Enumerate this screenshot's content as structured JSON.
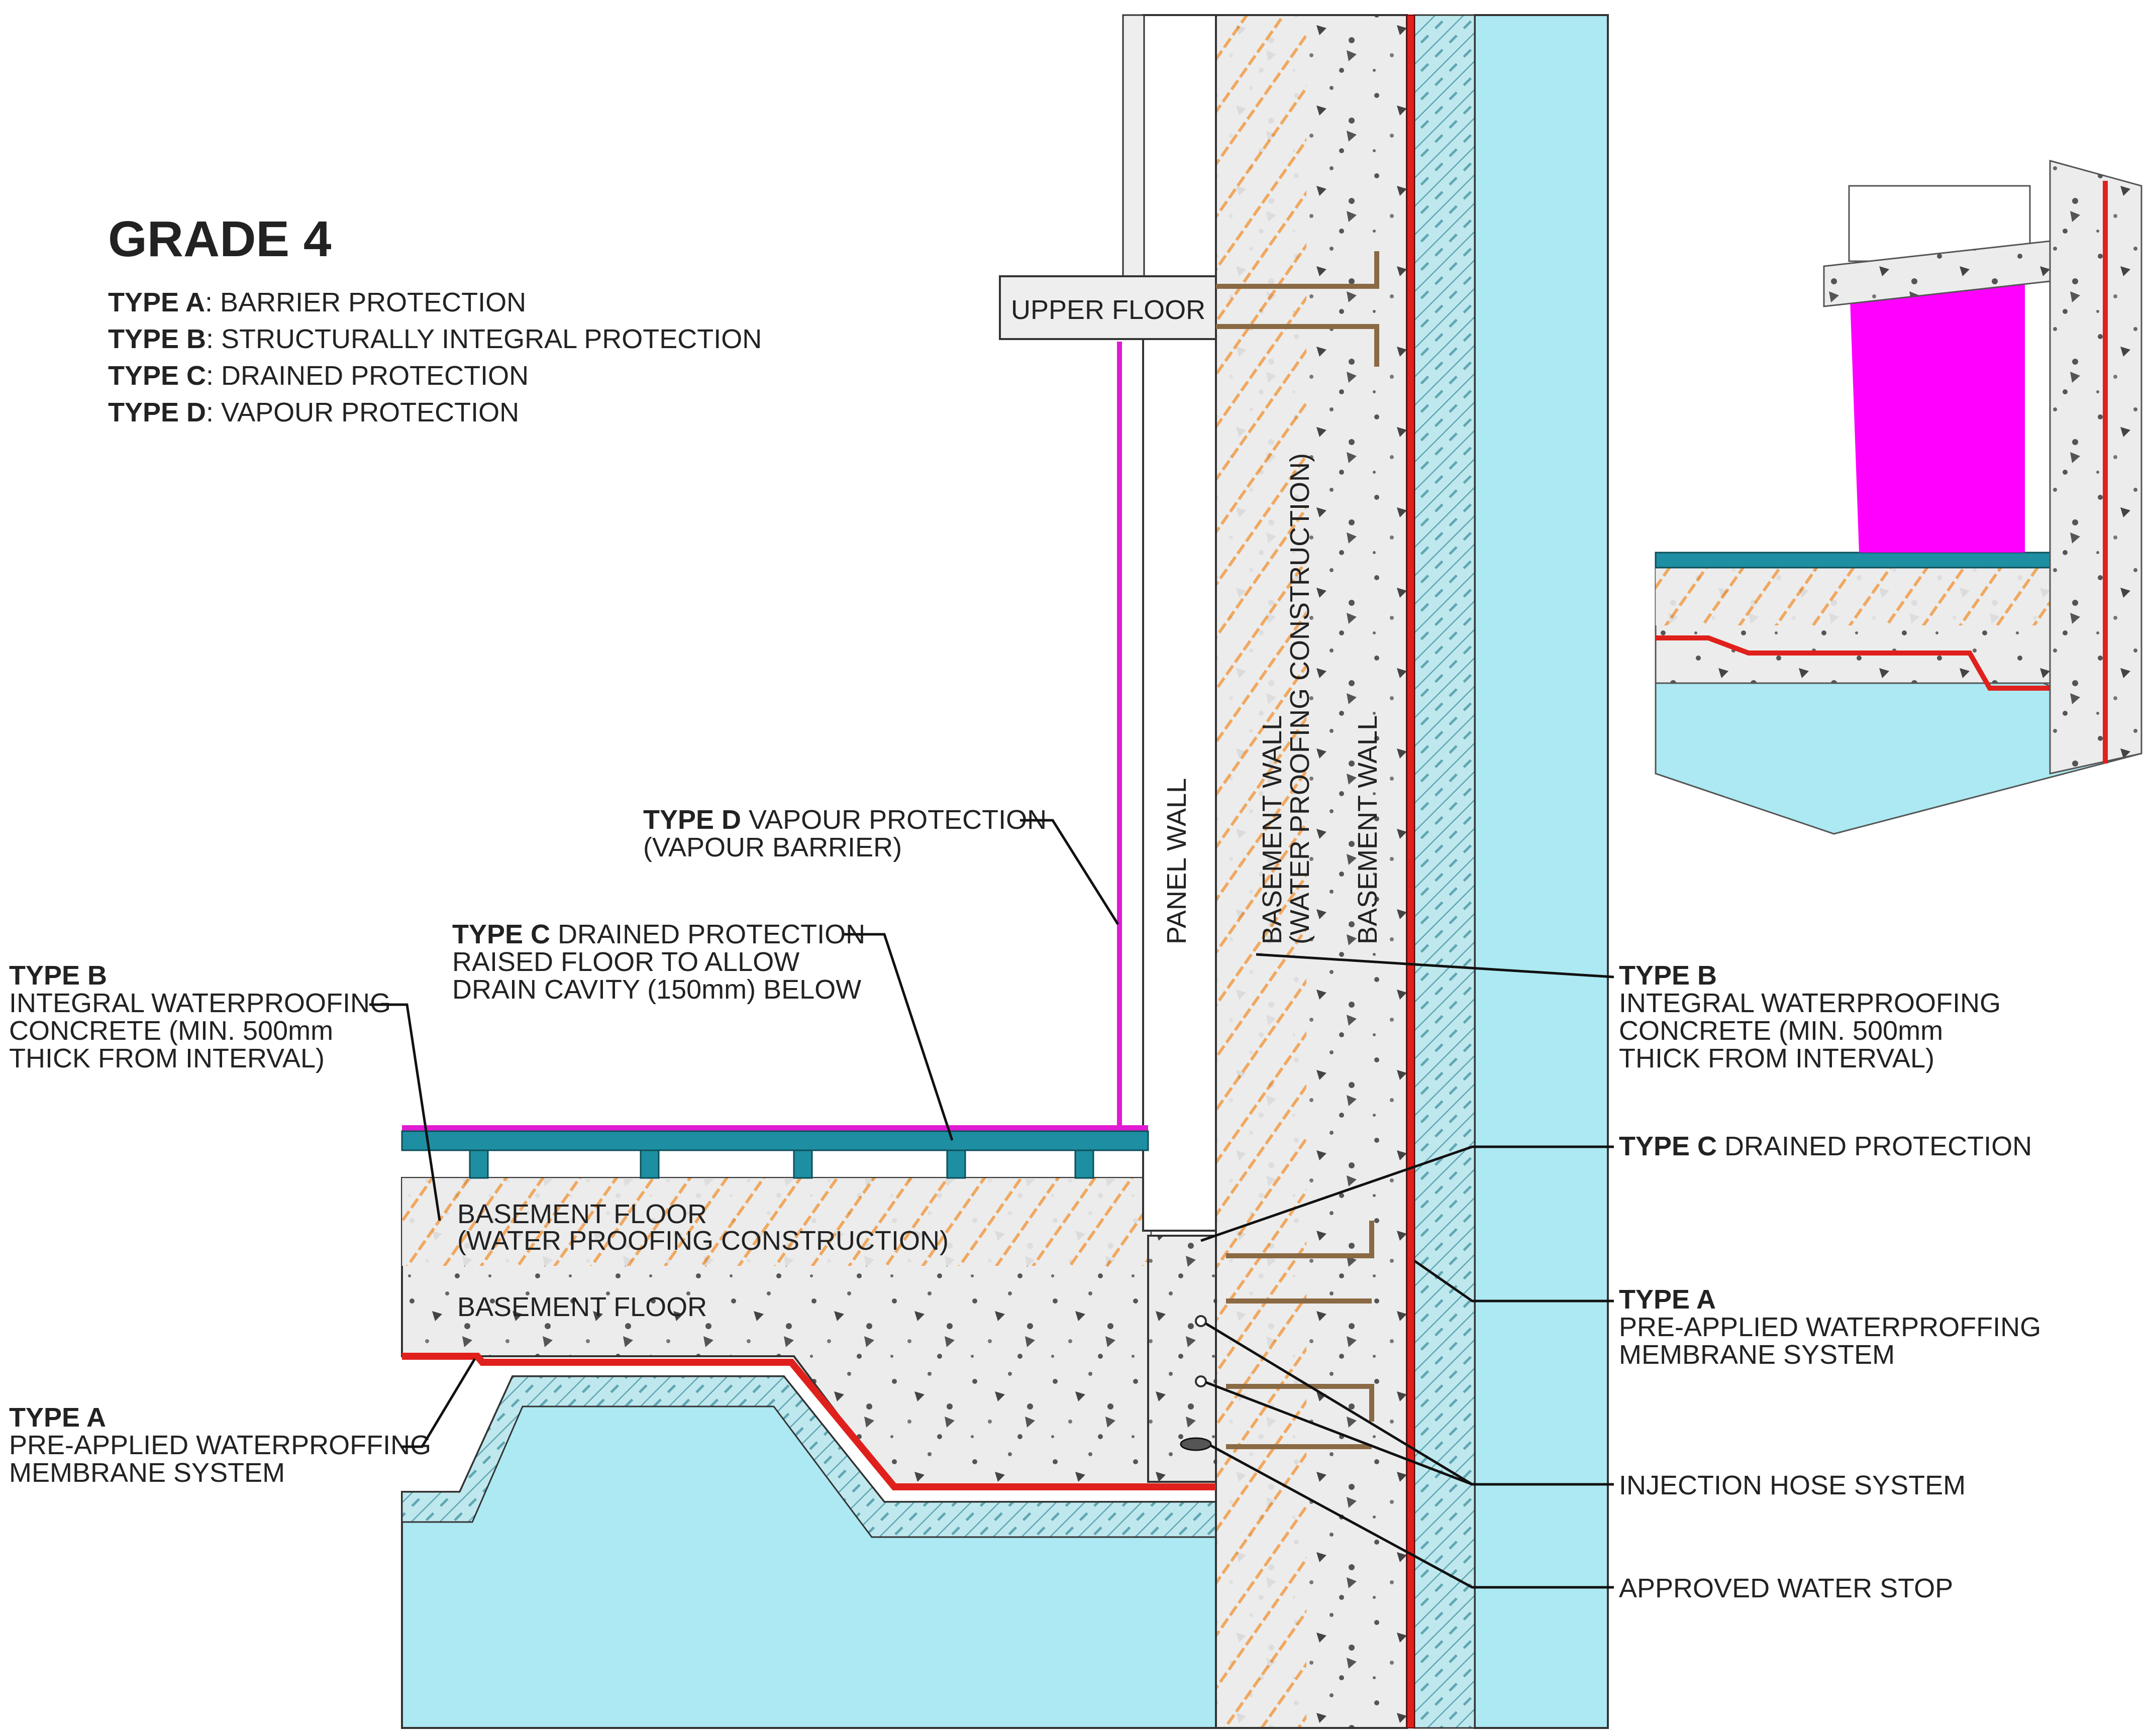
{
  "legend": {
    "title": "GRADE 4",
    "items": [
      {
        "code": "TYPE A",
        "text": ": BARRIER PROTECTION"
      },
      {
        "code": "TYPE B",
        "text": ": STRUCTURALLY INTEGRAL PROTECTION"
      },
      {
        "code": "TYPE C",
        "text": ": DRAINED PROTECTION"
      },
      {
        "code": "TYPE D",
        "text": ": VAPOUR PROTECTION"
      }
    ]
  },
  "section_labels": {
    "upper_floor": "UPPER FLOOR",
    "panel_wall": "PANEL WALL",
    "basement_wall_wpc_1": "BASEMENT WALL",
    "basement_wall_wpc_2": "(WATER PROOFING CONSTRUCTION)",
    "basement_wall": "BASEMENT WALL",
    "basement_floor_wpc_1": "BASEMENT FLOOR",
    "basement_floor_wpc_2": "(WATER PROOFING CONSTRUCTION)",
    "basement_floor": "BASEMENT FLOOR"
  },
  "callouts": {
    "type_d": {
      "code": "TYPE D",
      "line1": " VAPOUR PROTECTION",
      "line2": "(VAPOUR BARRIER)"
    },
    "type_c_floor": {
      "code": "TYPE C",
      "line1": " DRAINED PROTECTION",
      "line2": "RAISED FLOOR TO ALLOW",
      "line3": "DRAIN CAVITY (150mm) BELOW"
    },
    "type_b_left": {
      "code": "TYPE B",
      "line1": "INTEGRAL WATERPROOFING",
      "line2": "CONCRETE (MIN. 500mm",
      "line3": "THICK FROM INTERVAL)"
    },
    "type_a_left": {
      "code": "TYPE A",
      "line1": "PRE-APPLIED WATERPROFFING",
      "line2": "MEMBRANE SYSTEM"
    },
    "type_b_right": {
      "code": "TYPE B",
      "line1": "INTEGRAL WATERPROOFING",
      "line2": "CONCRETE (MIN. 500mm",
      "line3": "THICK FROM INTERVAL)"
    },
    "type_c_right": {
      "code": "TYPE C",
      "line1": " DRAINED PROTECTION"
    },
    "type_a_right": {
      "code": "TYPE A",
      "line1": "PRE-APPLIED WATERPROFFING",
      "line2": "MEMBRANE SYSTEM"
    },
    "injection": {
      "line1": "INJECTION HOSE SYSTEM"
    },
    "water_stop": {
      "line1": "APPROVED WATER STOP"
    }
  },
  "colors": {
    "ground": "#a6e4ec",
    "ground_hatch": "#5fa7b3",
    "water_body": "#ace9f2",
    "concrete": "#ececec",
    "concrete_hatch": "#f0a050",
    "membrane": "#e0201c",
    "vapour_barrier": "#e01bd3",
    "drain_board": "#1e8fa3",
    "text": "#222222"
  }
}
